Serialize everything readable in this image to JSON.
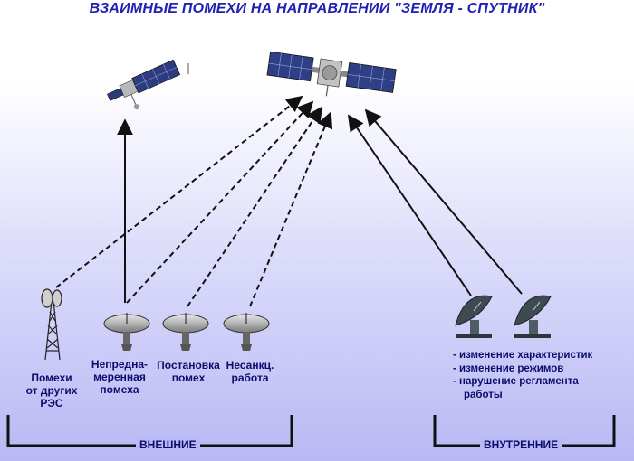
{
  "title": "ВЗАИМНЫЕ ПОМЕХИ НА НАПРАВЛЕНИИ \"ЗЕМЛЯ - СПУТНИК\"",
  "sources": {
    "other_res": [
      "Помехи",
      "от других",
      "РЭС"
    ],
    "unintended": [
      "Непредна-",
      "меренная",
      "помеха"
    ],
    "jamming": [
      "Постановка",
      "помех"
    ],
    "unauthorized": [
      "Несанкц.",
      "работа"
    ]
  },
  "internal_causes": [
    "- изменение характеристик",
    "- изменение режимов",
    "- нарушение регламента",
    "работы"
  ],
  "groups": {
    "external": "ВНЕШНИЕ",
    "internal": "ВНУТРЕННИЕ"
  },
  "colors": {
    "title": "#1f22b4",
    "text": "#0c0c6c",
    "arrow": "#111111",
    "dish": "#9a9a9a",
    "dish_dark": "#2f3a40"
  }
}
